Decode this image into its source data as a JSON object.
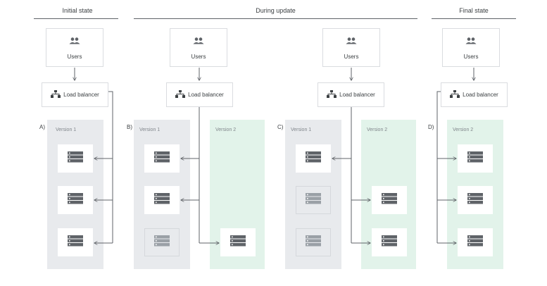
{
  "headers": {
    "initial": "Initial state",
    "during": "During update",
    "final": "Final state"
  },
  "common": {
    "users_label": "Users",
    "lb_label": "Load balancer"
  },
  "steps": [
    {
      "letter": "A)",
      "panels": [
        {
          "label": "Version 1",
          "color": "gray"
        }
      ]
    },
    {
      "letter": "B)",
      "panels": [
        {
          "label": "Version 1",
          "color": "gray"
        },
        {
          "label": "Version 2",
          "color": "green"
        }
      ]
    },
    {
      "letter": "C)",
      "panels": [
        {
          "label": "Version 1",
          "color": "gray"
        },
        {
          "label": "Version 2",
          "color": "green"
        }
      ]
    },
    {
      "letter": "D)",
      "panels": [
        {
          "label": "Version 2",
          "color": "green"
        }
      ]
    }
  ],
  "colors": {
    "v1_panel": "#e8eaed",
    "v2_panel": "#e2f3ea",
    "server_icon": "#5f6368",
    "server_icon_dim": "#9aa0a6",
    "connector": "#5f6368"
  },
  "icons": {
    "users": "users-icon",
    "load_balancer": "load-balancer-icon",
    "server": "server-icon"
  }
}
